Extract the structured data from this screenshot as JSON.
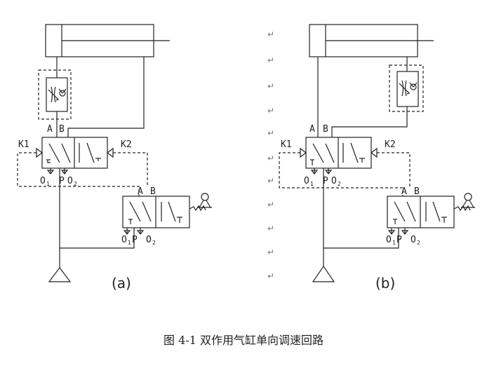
{
  "figure": {
    "caption": "图 4-1 双作用气缸单向调速回路",
    "paragraph_mark": "↵",
    "subscript_1": "1",
    "subscript_2": "2",
    "panels": [
      {
        "label": "(a)",
        "port_A": "A",
        "port_B": "B",
        "pilot_left": "K1",
        "pilot_right": "K2",
        "main_exhaust_left": "O",
        "main_pressure": "P",
        "main_exhaust_right": "O",
        "manual_port_A": "A",
        "manual_port_B": "B",
        "manual_exhaust_left": "O",
        "manual_pressure": "P",
        "manual_exhaust_right": "O"
      },
      {
        "label": "(b)",
        "port_A": "A",
        "port_B": "B",
        "pilot_left": "K1",
        "pilot_right": "K2",
        "main_exhaust_left": "O",
        "main_pressure": "P",
        "main_exhaust_right": "O",
        "manual_port_A": "A",
        "manual_port_B": "B",
        "manual_exhaust_left": "O",
        "manual_pressure": "P",
        "manual_exhaust_right": "O"
      }
    ]
  }
}
